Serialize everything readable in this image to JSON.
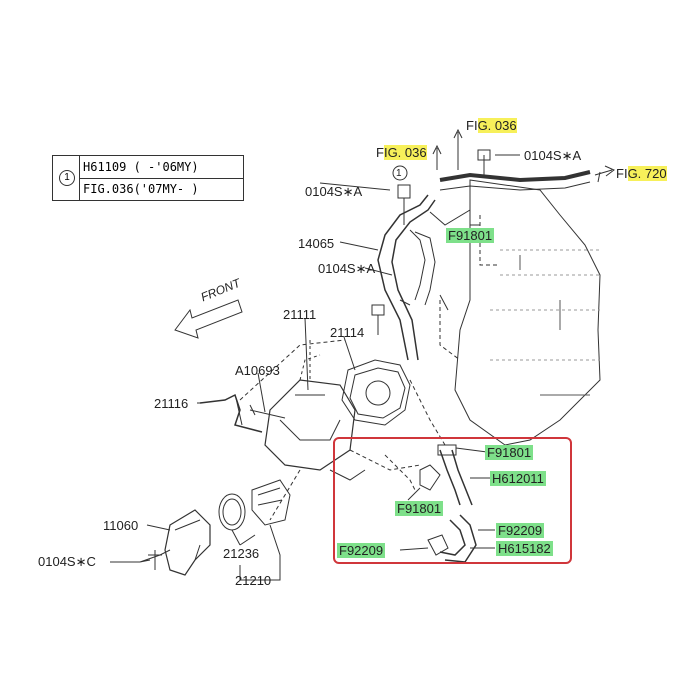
{
  "ref_table": {
    "marker": "1",
    "row1": "H61109 ( -'06MY)",
    "row2": "FIG.036('07MY- )"
  },
  "labels": {
    "fig036_top": {
      "prefix": "FI",
      "hl": "G. 036"
    },
    "fig036_left": {
      "prefix": "F",
      "hl": "IG. 036"
    },
    "fig720": {
      "prefix": "FI",
      "hl": "G. 720"
    },
    "circle_marker": "1",
    "bolt_0104SA_top": "0104S∗A",
    "bolt_0104SA_left": "0104S∗A",
    "bolt_0104SA_mid": "0104S∗A",
    "bolt_0104SC": "0104S∗C",
    "p14065": "14065",
    "p21111": "21111",
    "p21114": "21114",
    "pA10693": "A10693",
    "p21116": "21116",
    "p11060": "11060",
    "p21236": "21236",
    "p21210": "21210",
    "front": "FRONT",
    "pF91801_top": "F91801",
    "pF91801_a": "F91801",
    "pH612011": "H612011",
    "pF91801_b": "F91801",
    "pF92209_a": "F92209",
    "pF92209_b": "F92209",
    "pH615182": "H615182"
  },
  "colors": {
    "highlight_green": "#7ee08a",
    "highlight_yellow": "#f7f05a",
    "callout_red": "#d0363b",
    "line": "#333333"
  }
}
